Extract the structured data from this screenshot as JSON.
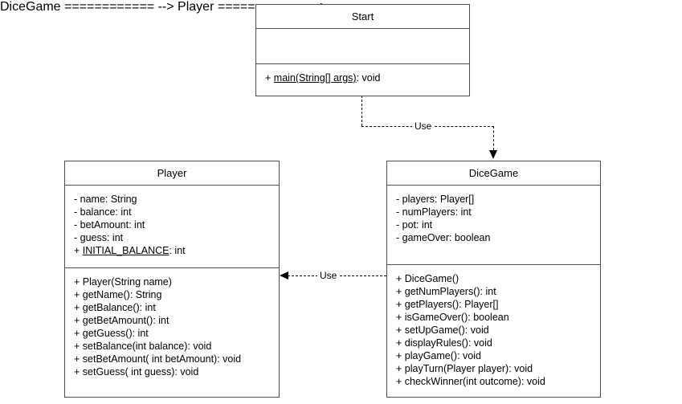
{
  "diagram": {
    "type": "uml-class-diagram",
    "title": "Dice Game UML Class Diagram",
    "background_color": "#ffffff",
    "line_color": "#4d4d4d",
    "text_color": "#000000"
  },
  "classes": [
    {
      "id": "start",
      "name": "Start",
      "attributes": [],
      "methods": [
        {
          "visibility": "+",
          "signature": "main(String[] args)",
          "return_type": "void",
          "static": true,
          "text": "+ main(String[] args): void"
        }
      ]
    },
    {
      "id": "player",
      "name": "Player",
      "attributes": [
        {
          "visibility": "-",
          "signature": "name: String",
          "static": false,
          "text": "- name: String"
        },
        {
          "visibility": "-",
          "signature": "balance: int",
          "static": false,
          "text": "- balance: int"
        },
        {
          "visibility": "-",
          "signature": "betAmount: int",
          "static": false,
          "text": "- betAmount: int"
        },
        {
          "visibility": "-",
          "signature": "guess: int",
          "static": false,
          "text": "- guess: int"
        },
        {
          "visibility": "+",
          "signature": "INITIAL_BALANCE",
          "return_type": "int",
          "static": true,
          "text": "+ INITIAL_BALANCE: int"
        }
      ],
      "methods": [
        {
          "visibility": "+",
          "signature": "Player(String name)",
          "static": false,
          "text": "+ Player(String name)"
        },
        {
          "visibility": "+",
          "signature": "getName(): String",
          "static": false,
          "text": "+ getName(): String"
        },
        {
          "visibility": "+",
          "signature": "getBalance(): int",
          "static": false,
          "text": "+ getBalance(): int"
        },
        {
          "visibility": "+",
          "signature": "getBetAmount(): int",
          "static": false,
          "text": "+ getBetAmount(): int"
        },
        {
          "visibility": "+",
          "signature": "getGuess(): int",
          "static": false,
          "text": "+ getGuess(): int"
        },
        {
          "visibility": "+",
          "signature": "setBalance(int balance): void",
          "static": false,
          "text": "+ setBalance(int balance): void"
        },
        {
          "visibility": "+",
          "signature": "setBetAmount( int betAmount): void",
          "static": false,
          "text": "+ setBetAmount( int betAmount): void"
        },
        {
          "visibility": "+",
          "signature": "setGuess( int guess): void",
          "static": false,
          "text": "+ setGuess( int guess): void"
        }
      ]
    },
    {
      "id": "dicegame",
      "name": "DiceGame",
      "attributes": [
        {
          "visibility": "-",
          "signature": "players: Player[]",
          "static": false,
          "text": "- players: Player[]"
        },
        {
          "visibility": "-",
          "signature": "numPlayers: int",
          "static": false,
          "text": "- numPlayers: int"
        },
        {
          "visibility": "-",
          "signature": "pot: int",
          "static": false,
          "text": "- pot: int"
        },
        {
          "visibility": "-",
          "signature": "gameOver: boolean",
          "static": false,
          "text": "- gameOver: boolean"
        }
      ],
      "methods": [
        {
          "visibility": "+",
          "signature": "DiceGame()",
          "static": false,
          "text": "+ DiceGame()"
        },
        {
          "visibility": "+",
          "signature": "getNumPlayers(): int",
          "static": false,
          "text": "+ getNumPlayers(): int"
        },
        {
          "visibility": "+",
          "signature": "getPlayers(): Player[]",
          "static": false,
          "text": "+ getPlayers(): Player[]"
        },
        {
          "visibility": "+",
          "signature": "isGameOver(): boolean",
          "static": false,
          "text": "+ isGameOver(): boolean"
        },
        {
          "visibility": "+",
          "signature": "setUpGame(): void",
          "static": false,
          "text": "+ setUpGame(): void"
        },
        {
          "visibility": "+",
          "signature": "displayRules(): void",
          "static": false,
          "text": "+ displayRules(): void"
        },
        {
          "visibility": "+",
          "signature": "playGame(): void",
          "static": false,
          "text": "+ playGame(): void"
        },
        {
          "visibility": "+",
          "signature": "playTurn(Player player): void",
          "static": false,
          "text": "+ playTurn(Player player): void"
        },
        {
          "visibility": "+",
          "signature": "checkWinner(int outcome): void",
          "static": false,
          "text": "+ checkWinner(int outcome): void"
        }
      ]
    }
  ],
  "relationships": [
    {
      "id": "start-uses-dicegame",
      "from": "Start",
      "to": "DiceGame",
      "stereotype": "dependency",
      "label": "Use",
      "style": "dashed",
      "arrow": "open-filled"
    },
    {
      "id": "dicegame-uses-player",
      "from": "DiceGame",
      "to": "Player",
      "stereotype": "dependency",
      "label": "Use",
      "style": "dashed",
      "arrow": "open-filled"
    }
  ]
}
